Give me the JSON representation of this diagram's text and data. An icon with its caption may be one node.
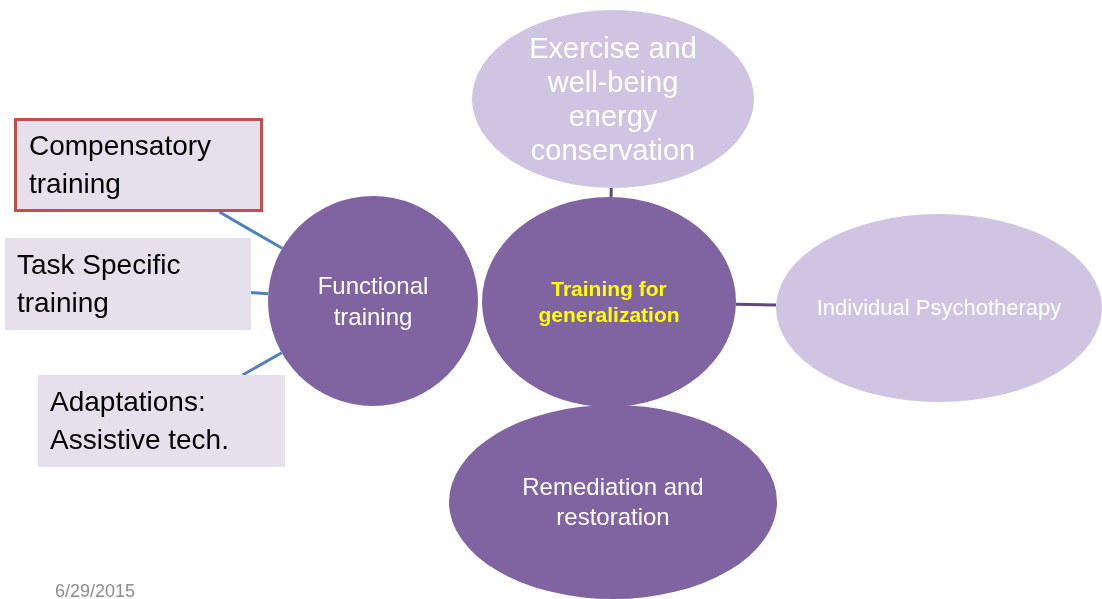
{
  "diagram": {
    "nodes": [
      {
        "text": [
          "Exercise and well-being energy conservation"
        ]
      },
      {
        "text": [
          "Compensatory training"
        ]
      },
      {
        "text": [
          "Task Specific training"
        ]
      },
      {
        "text": [
          "Functional training"
        ]
      },
      {
        "text": [
          "Training for generalization"
        ]
      },
      {
        "text": [
          "Individual Psychotherapy"
        ]
      },
      {
        "text": [
          "Adaptations: Assistive tech."
        ]
      },
      {
        "text": [
          "Remediation and restoration"
        ]
      }
    ],
    "edges": [
      {
        "from": 4,
        "to": 0,
        "arrow": "none",
        "color": "#5f497a"
      },
      {
        "from": 4,
        "to": 5,
        "arrow": "none",
        "color": "#5f497a"
      },
      {
        "from": 1,
        "to": 3,
        "arrow": "none"
      },
      {
        "from": 2,
        "to": 3,
        "arrow": "none"
      },
      {
        "from": 6,
        "to": 3,
        "arrow": "none"
      }
    ],
    "labels": [
      "6/29/2015"
    ]
  }
}
